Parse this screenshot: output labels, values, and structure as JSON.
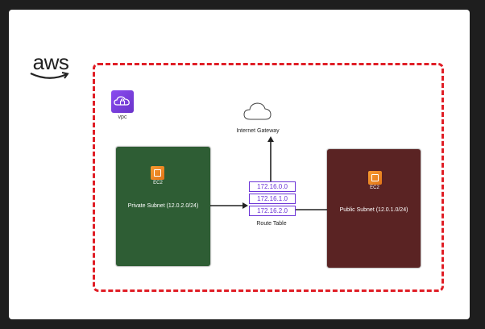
{
  "diagram": {
    "logo": {
      "text": "aws",
      "icon": "aws-smile-icon"
    },
    "vpc": {
      "label": "vpc",
      "icon": "vpc-icon",
      "border_color": "#e01e26"
    },
    "internet_gateway": {
      "label": "Internet Gateway",
      "icon": "cloud-icon"
    },
    "private_subnet": {
      "label": "Private Subnet (12.0.2.0/24)",
      "ec2_label": "EC2",
      "color": "#2e5d34"
    },
    "public_subnet": {
      "label": "Public Subnet (12.0.1.0/24)",
      "ec2_label": "EC2",
      "color": "#5a2323"
    },
    "route_table": {
      "label": "Route Table",
      "entries": [
        "172.16.0.0",
        "172.16.1.0",
        "172.16.2.0"
      ],
      "color": "#6b33d6"
    }
  }
}
